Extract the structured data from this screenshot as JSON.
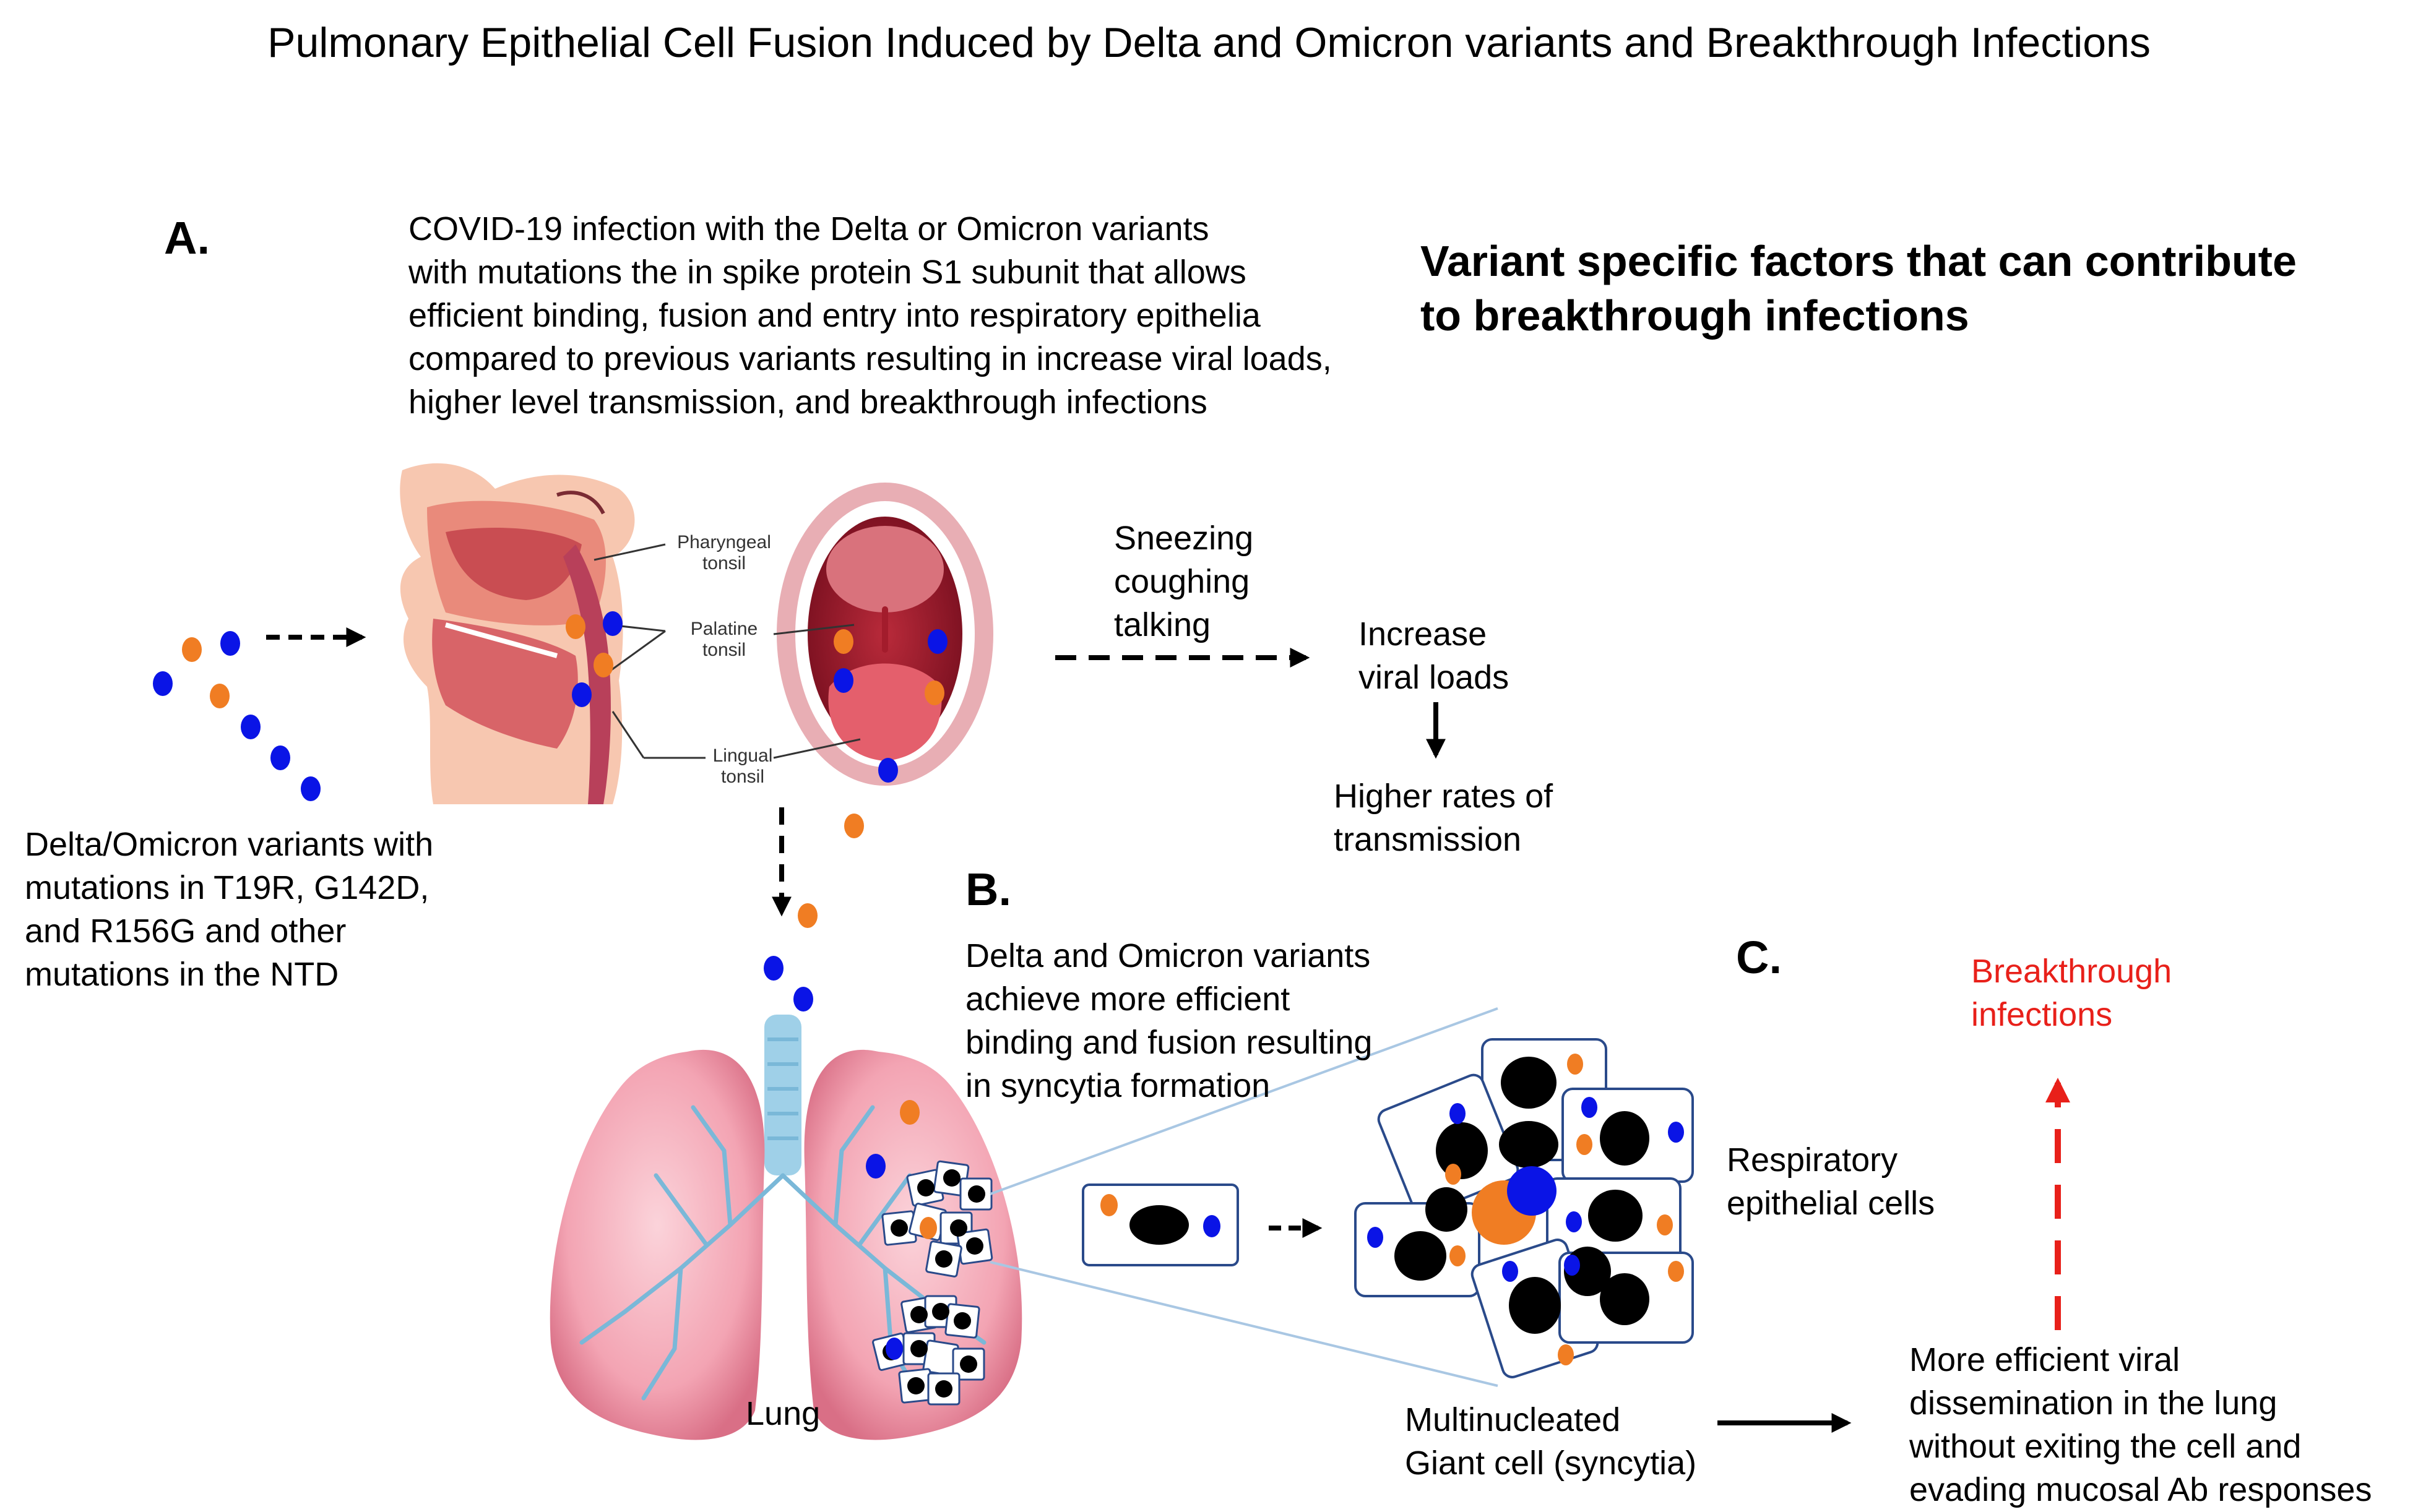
{
  "title": "Pulmonary Epithelial Cell Fusion Induced by Delta and Omicron variants and Breakthrough Infections",
  "panels": {
    "a": {
      "letter": "A.",
      "description": [
        "COVID-19 infection with the Delta or Omicron variants",
        "with mutations the in spike protein S1 subunit that allows",
        "efficient binding, fusion and entry into respiratory epithelia",
        "compared to previous variants resulting in increase viral loads,",
        "higher level transmission, and breakthrough infections"
      ],
      "heading": [
        "Variant specific factors that can contribute",
        "to breakthrough infections"
      ],
      "variants_label": [
        "Delta/Omicron variants with",
        "mutations  in T19R, G142D,",
        "and R156G and other",
        "mutations in the NTD"
      ],
      "tonsils": {
        "pharyngeal": [
          "Pharyngeal",
          "tonsil"
        ],
        "palatine": [
          "Palatine",
          "tonsil"
        ],
        "lingual": [
          "Lingual",
          "tonsil"
        ]
      },
      "spread_label": [
        "Sneezing",
        "coughing",
        "talking"
      ],
      "viral_loads": [
        "Increase",
        "viral loads"
      ],
      "transmission": [
        "Higher rates of",
        "transmission"
      ]
    },
    "b": {
      "letter": "B.",
      "description": [
        "Delta and Omicron variants",
        "achieve more efficient",
        "binding and fusion resulting",
        "in syncytia formation"
      ],
      "lung_label": "Lung",
      "respiratory_cells": [
        "Respiratory",
        "epithelial cells"
      ],
      "syncytia_label": [
        "Multinucleated",
        "Giant cell (syncytia)"
      ]
    },
    "c": {
      "letter": "C.",
      "breakthrough": [
        "Breakthrough",
        "infections"
      ],
      "dissemination": [
        "More efficient viral",
        "dissemination in the lung",
        "without exiting the cell and",
        "evading mucosal Ab responses"
      ]
    }
  },
  "colors": {
    "virus_orange": "#f07d23",
    "virus_blue": "#0a14e6",
    "nucleus": "#000000",
    "cell_border": "#2a4a8a",
    "tissue_pink": "#f2a7b4",
    "airway_blue": "#7ab8d8",
    "breakthrough_red": "#e8201a"
  }
}
